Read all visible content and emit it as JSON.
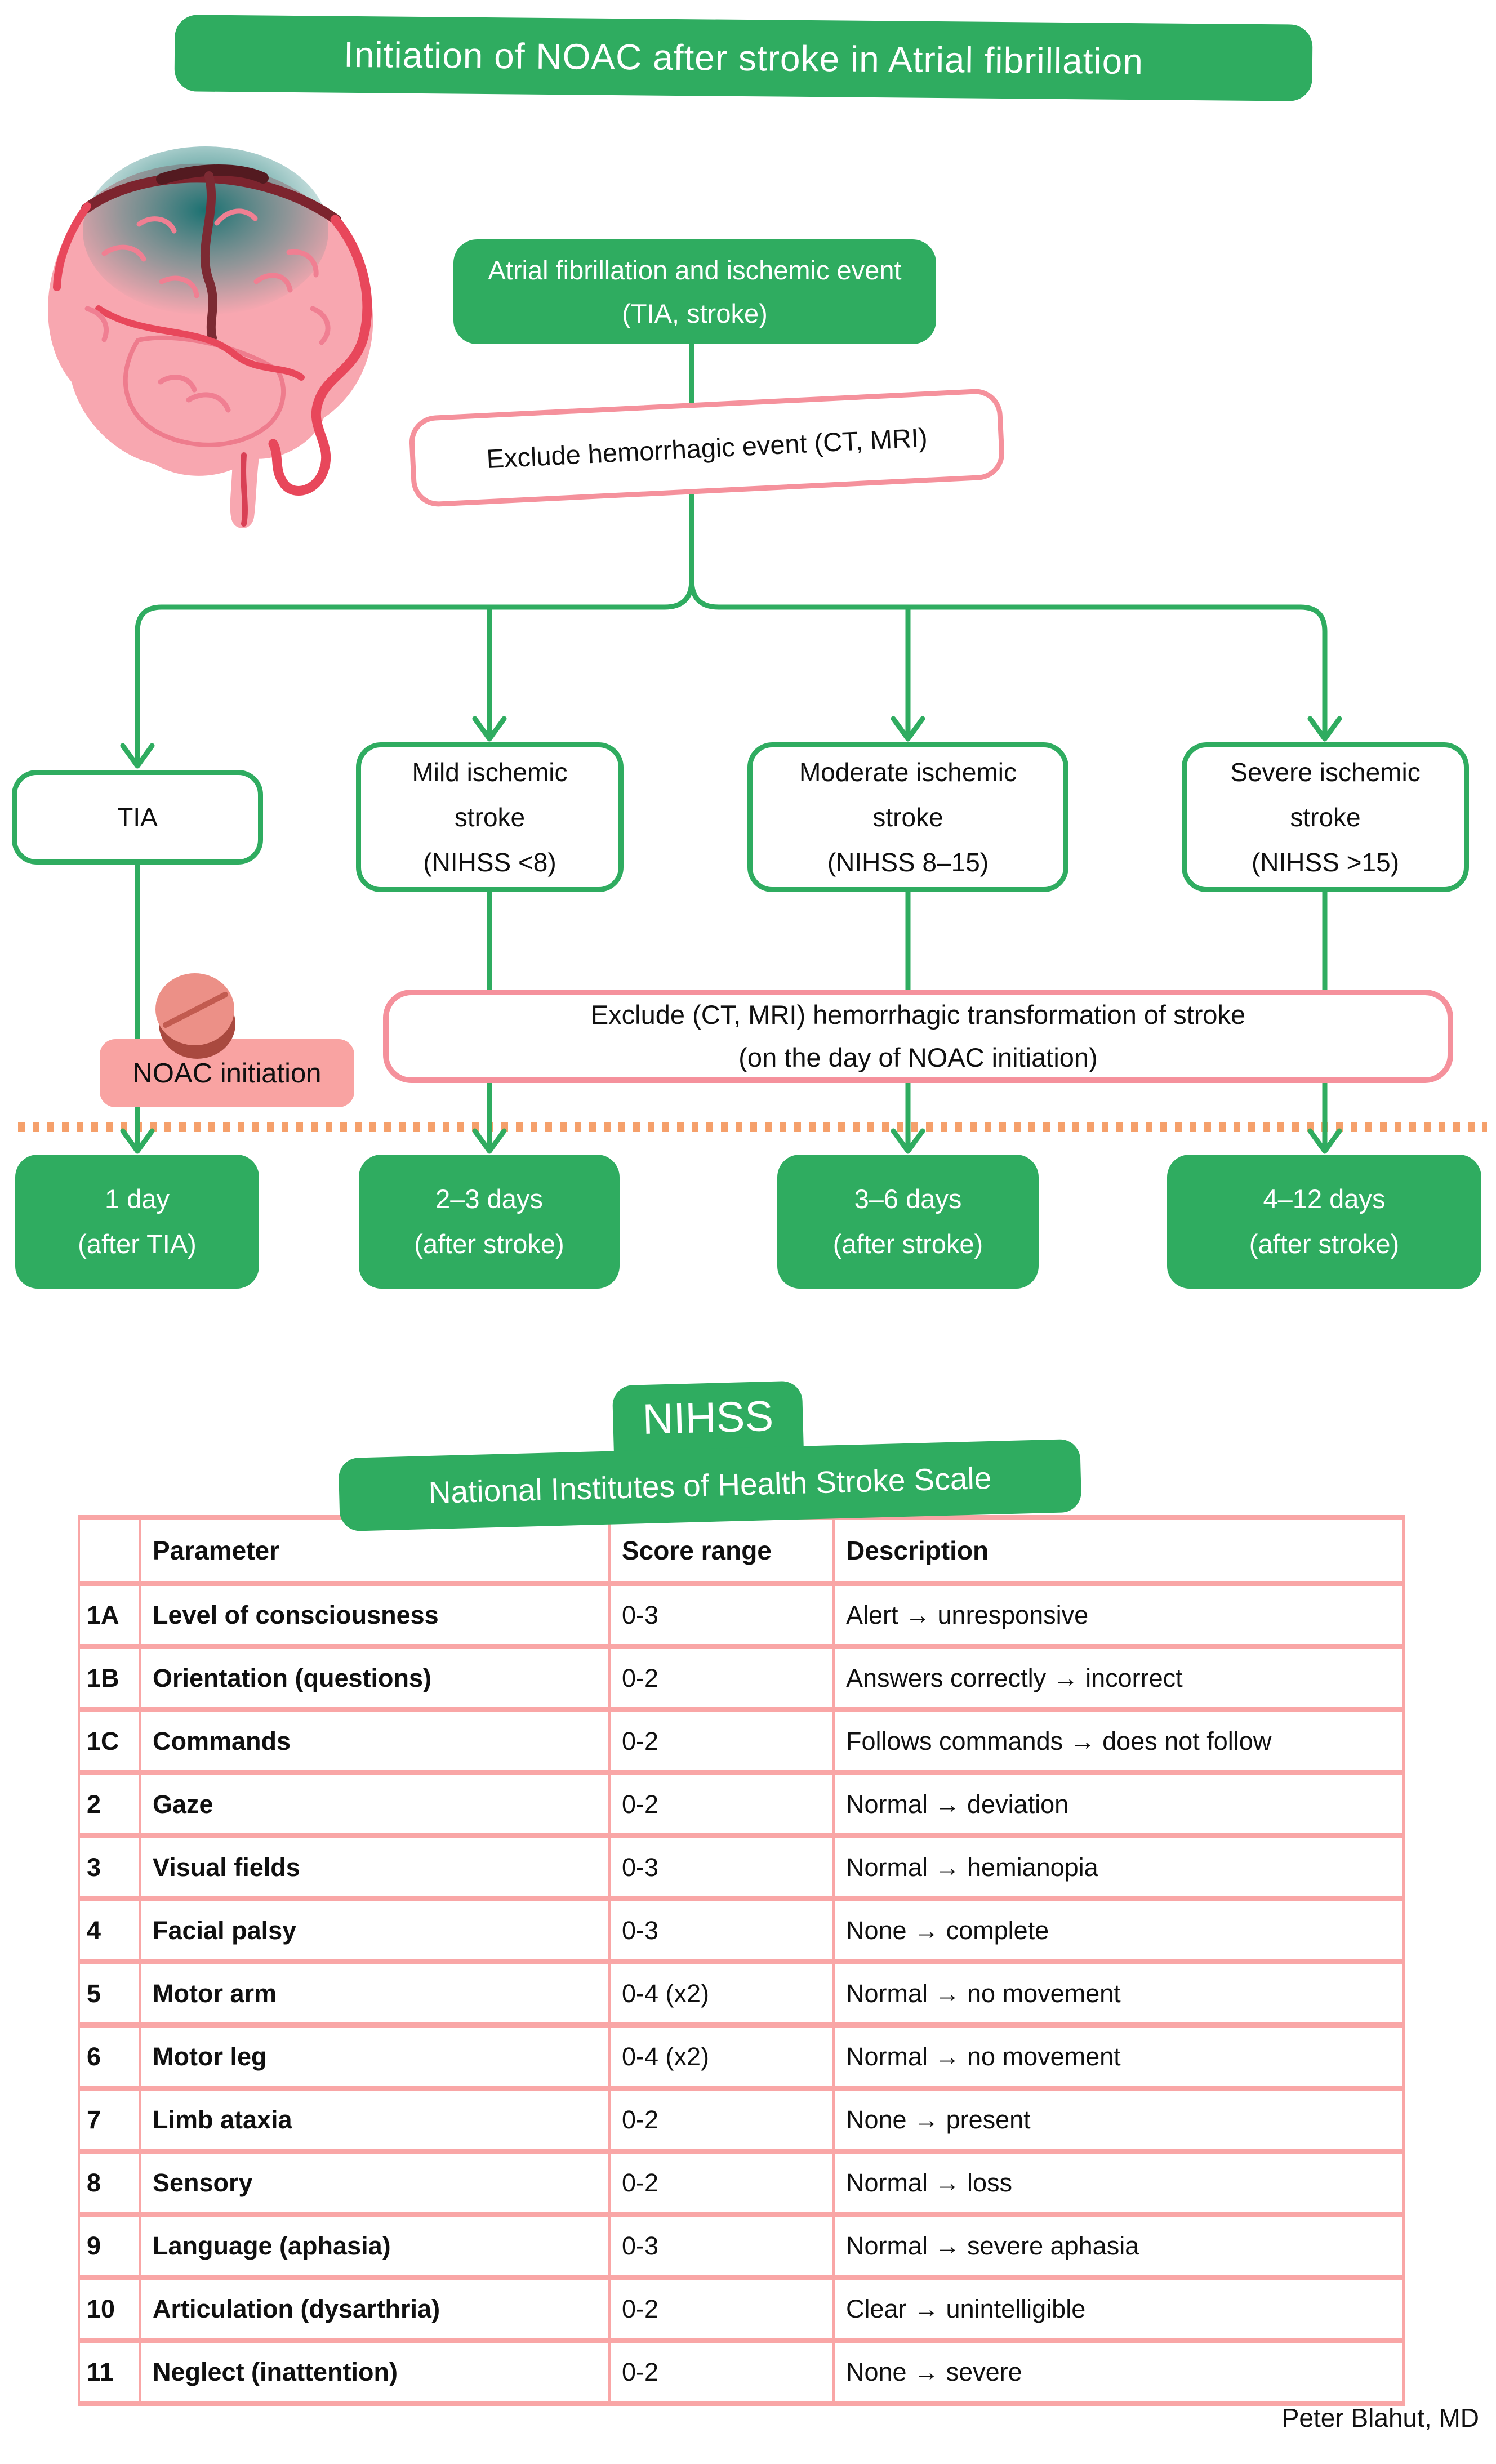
{
  "title": "Initiation of NOAC after stroke in Atrial fibrillation",
  "flow": {
    "start_node": "Atrial fibrillation and ischemic event (TIA, stroke)",
    "exclude_first": "Exclude hemorrhagic event (CT, MRI)",
    "noac_label": "NOAC initiation",
    "exclude_second_line1": "Exclude (CT, MRI) hemorrhagic transformation of stroke",
    "exclude_second_line2": "(on the day of NOAC initiation)",
    "branches": [
      {
        "name": "TIA",
        "criteria": "",
        "timing": "1 day",
        "timing_note": "(after TIA)"
      },
      {
        "name": "Mild ischemic stroke",
        "criteria": "(NIHSS <8)",
        "timing": "2–3 days",
        "timing_note": "(after stroke)"
      },
      {
        "name": "Moderate ischemic stroke",
        "criteria": "(NIHSS 8–15)",
        "timing": "3–6 days",
        "timing_note": "(after stroke)"
      },
      {
        "name": "Severe ischemic stroke",
        "criteria": "(NIHSS >15)",
        "timing": "4–12 days",
        "timing_note": "(after stroke)"
      }
    ]
  },
  "nihss": {
    "abbr": "NIHSS",
    "full_name": "National Institutes of Health Stroke Scale",
    "columns": {
      "parameter": "Parameter",
      "score": "Score range",
      "description": "Description"
    },
    "rows": [
      {
        "num": "1A",
        "parameter": "Level of consciousness",
        "score": "0-3",
        "description": "Alert → unresponsive"
      },
      {
        "num": "1B",
        "parameter": "Orientation (questions)",
        "score": "0-2",
        "description": "Answers correctly → incorrect"
      },
      {
        "num": "1C",
        "parameter": "Commands",
        "score": "0-2",
        "description": "Follows commands → does not follow"
      },
      {
        "num": "2",
        "parameter": "Gaze",
        "score": "0-2",
        "description": "Normal → deviation"
      },
      {
        "num": "3",
        "parameter": "Visual fields",
        "score": "0-3",
        "description": "Normal → hemianopia"
      },
      {
        "num": "4",
        "parameter": "Facial palsy",
        "score": "0-3",
        "description": "None → complete"
      },
      {
        "num": "5",
        "parameter": "Motor arm",
        "score": "0-4 (x2)",
        "description": "Normal → no movement"
      },
      {
        "num": "6",
        "parameter": "Motor leg",
        "score": "0-4 (x2)",
        "description": "Normal → no movement"
      },
      {
        "num": "7",
        "parameter": "Limb ataxia",
        "score": "0-2",
        "description": "None → present"
      },
      {
        "num": "8",
        "parameter": "Sensory",
        "score": "0-2",
        "description": "Normal → loss"
      },
      {
        "num": "9",
        "parameter": "Language (aphasia)",
        "score": "0-3",
        "description": "Normal → severe aphasia"
      },
      {
        "num": "10",
        "parameter": "Articulation (dysarthria)",
        "score": "0-2",
        "description": "Clear → unintelligible"
      },
      {
        "num": "11",
        "parameter": "Neglect (inattention)",
        "score": "0-2",
        "description": "None → severe"
      }
    ]
  },
  "credit": "Peter Blahut, MD",
  "colors": {
    "green": "#2fac60",
    "pink_outline": "#f5919c",
    "pink_fill": "#f9a3a2",
    "table_border": "#f9a6a6",
    "dotted_line": "#f5a06b",
    "pill_light": "#ec9087",
    "pill_dark": "#a9493f"
  }
}
